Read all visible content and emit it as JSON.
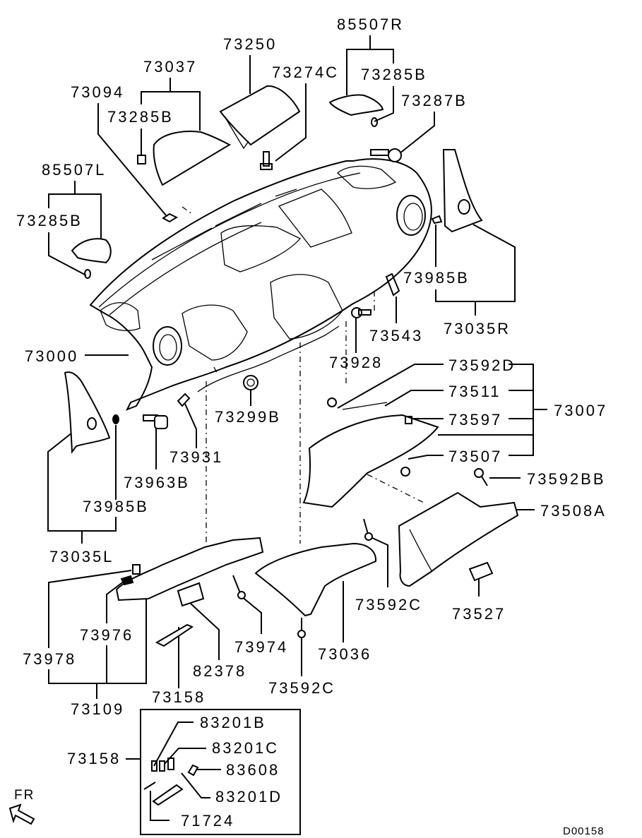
{
  "diagram": {
    "title": "Instrument panel parts diagram",
    "diagram_code": "D00158",
    "orientation_label": "FR",
    "orientation_icon": "front-arrow-icon"
  },
  "labels": {
    "p85507R": "85507R",
    "p73250": "73250",
    "p73037": "73037",
    "p73274C": "73274C",
    "p73285B_top_right": "73285B",
    "p73094": "73094",
    "p73285B_top_left": "73285B",
    "p73287B": "73287B",
    "p85507L": "85507L",
    "p73285B_left": "73285B",
    "p73985B_right": "73985B",
    "p73035R": "73035R",
    "p73543": "73543",
    "p73000": "73000",
    "p73928": "73928",
    "p73592D": "73592D",
    "p73511": "73511",
    "p73007": "73007",
    "p73597": "73597",
    "p73299B": "73299B",
    "p73507": "73507",
    "p73931": "73931",
    "p73963B": "73963B",
    "p73592BB": "73592BB",
    "p73508A": "73508A",
    "p73985B_left": "73985B",
    "p73035L": "73035L",
    "p73592C_right": "73592C",
    "p73976": "73976",
    "p73527": "73527",
    "p73974": "73974",
    "p73036": "73036",
    "p73978": "73978",
    "p82378": "82378",
    "p73592C_bottom": "73592C",
    "p73109": "73109",
    "p73158_top": "73158",
    "p73158_box": "73158",
    "p83201B": "83201B",
    "p83201C": "83201C",
    "p83608": "83608",
    "p83201D": "83201D",
    "p71724": "71724"
  }
}
